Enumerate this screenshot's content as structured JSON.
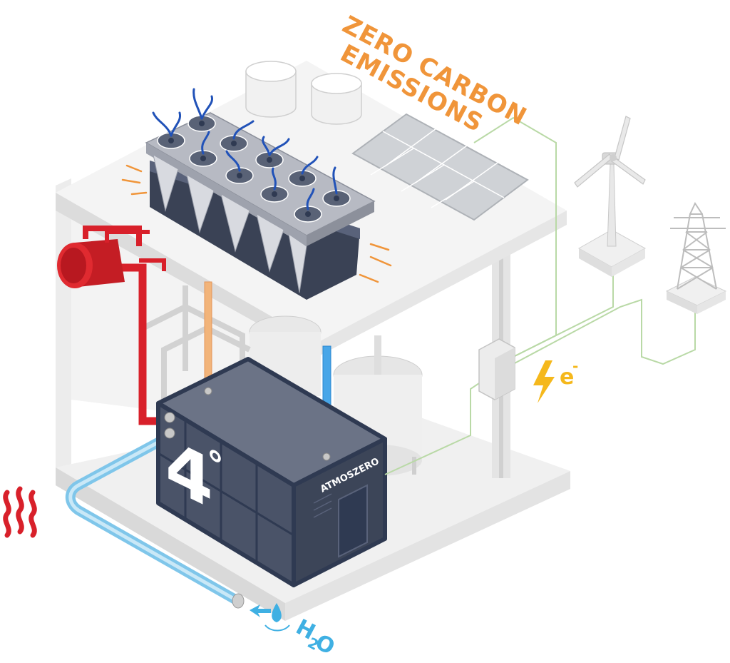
{
  "headline": [
    "ZERO CARBON",
    "EMISSIONS"
  ],
  "electricity_label": "e",
  "electricity_superscript": "-",
  "water_label": "H",
  "water_subscript": "2",
  "water_label_tail": "O",
  "unit_logo": "4",
  "unit_logo_degree": "°",
  "unit_brand": "ATMOSZERO",
  "colors": {
    "headline": "#f0953a",
    "electricity": "#f5b81c",
    "water": "#3fb0e3",
    "heat": "#d8202a",
    "grid_line": "#b9d9a6",
    "unit_body": "#2f3a52"
  }
}
